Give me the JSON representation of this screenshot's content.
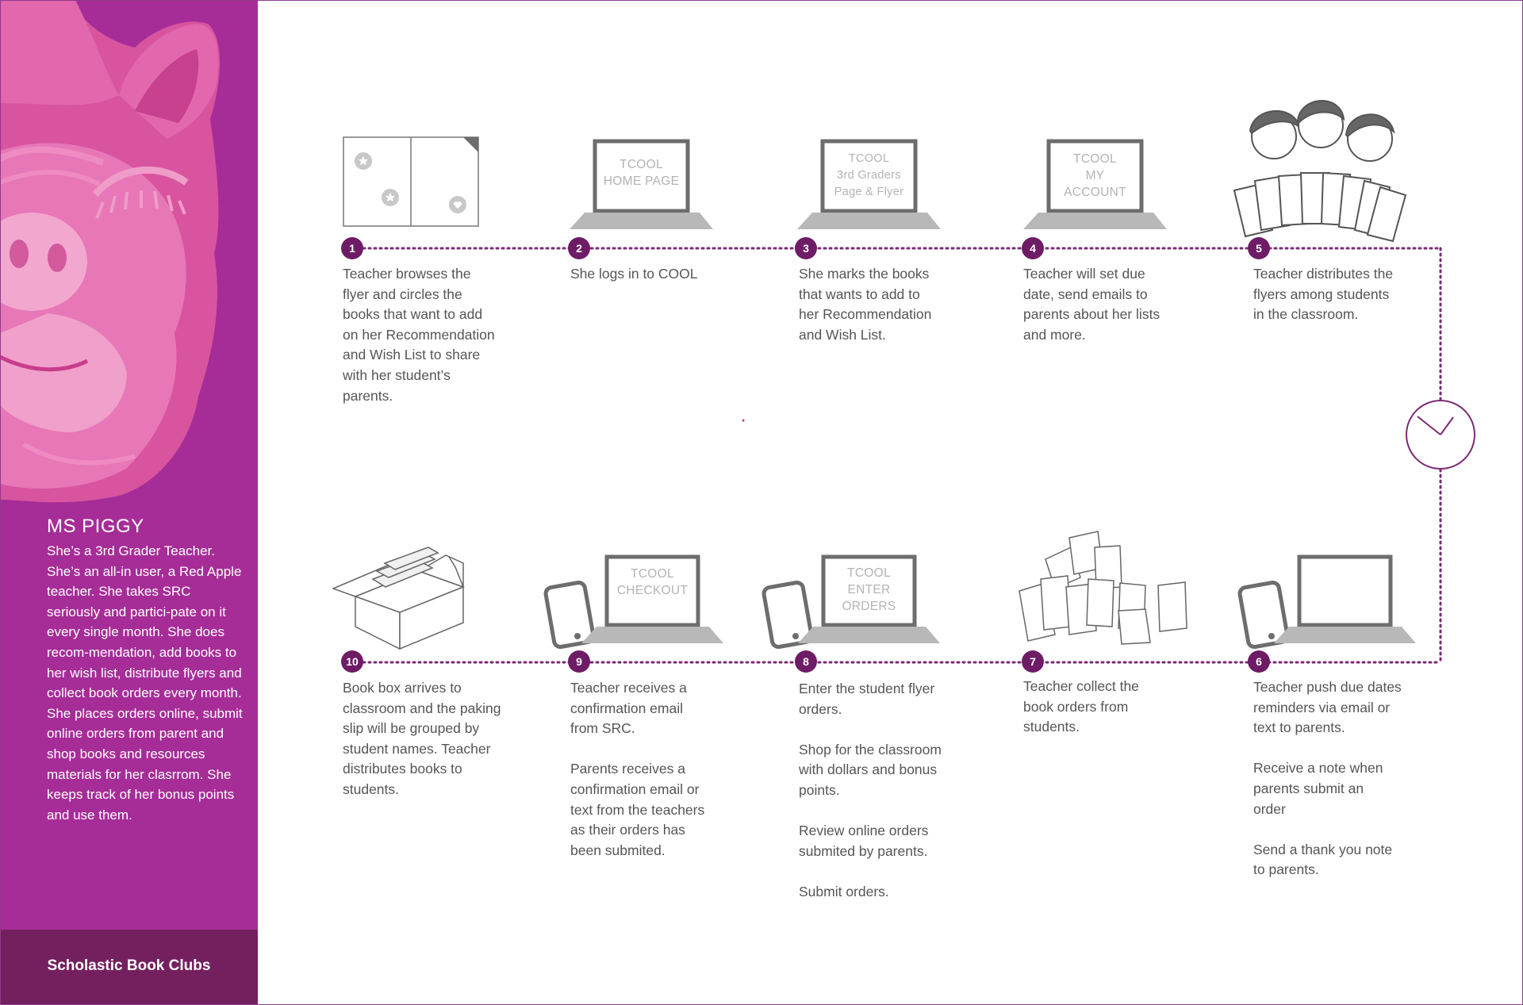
{
  "persona": {
    "name": "MS PIGGY",
    "description": "She’s a 3rd Grader Teacher. She’s an all-in user, a Red Apple teacher. She takes SRC seriously and partici-pate on it every single month. She does recom-mendation, add books to her wish list, distribute flyers and collect book orders every month. She places orders online, submit online orders from parent and shop books and resources materials for her clasrrom. She keeps track of her bonus points and use them."
  },
  "brand": "Scholastic Book Clubs",
  "colors": {
    "sidebar": "#a62d97",
    "brand_bar": "#74205f",
    "step_circle": "#6e1c66",
    "device_gray": "#6d6d6d"
  },
  "steps": [
    {
      "num": "1",
      "text": "Teacher browses the\nflyer and circles the\nbooks that want to add\non her Recommendation\nand Wish List to share\nwith her student’s\nparents."
    },
    {
      "num": "2",
      "text": "She logs in to COOL",
      "screen": "TCOOL\nHOME PAGE"
    },
    {
      "num": "3",
      "text": "She marks the books\nthat wants to add to\nher Recommendation\nand Wish List.",
      "screen": "TCOOL\n3rd Graders\nPage & Flyer"
    },
    {
      "num": "4",
      "text": "Teacher will set due\ndate, send emails to\nparents about her lists\nand more.",
      "screen": "TCOOL\nMY\nACCOUNT"
    },
    {
      "num": "5",
      "text": "Teacher distributes the\nflyers among students\nin the classroom."
    },
    {
      "num": "6",
      "text": "Teacher push due dates\nreminders via email or\ntext to parents.\n\nReceive a note when\nparents submit an\norder\n\nSend a thank you note\nto parents."
    },
    {
      "num": "7",
      "text": "Teacher collect the\nbook orders from\nstudents."
    },
    {
      "num": "8",
      "text": "Enter the student flyer\norders.\n\nShop for the classroom\nwith dollars and bonus\npoints.\n\nReview online orders\nsubmited by parents.\n\nSubmit orders.",
      "screen": "TCOOL\nENTER\nORDERS"
    },
    {
      "num": "9",
      "text": "Teacher receives a\nconfirmation email\nfrom SRC.\n\nParents receives a\nconfirmation email or\ntext from the teachers\nas their orders has\nbeen submited.",
      "screen": "TCOOL\nCHECKOUT"
    },
    {
      "num": "10",
      "text": "Book box arrives to\nclassroom and the paking\nslip will be grouped by\nstudent names. Teacher\ndistributes books to\nstudents."
    }
  ]
}
